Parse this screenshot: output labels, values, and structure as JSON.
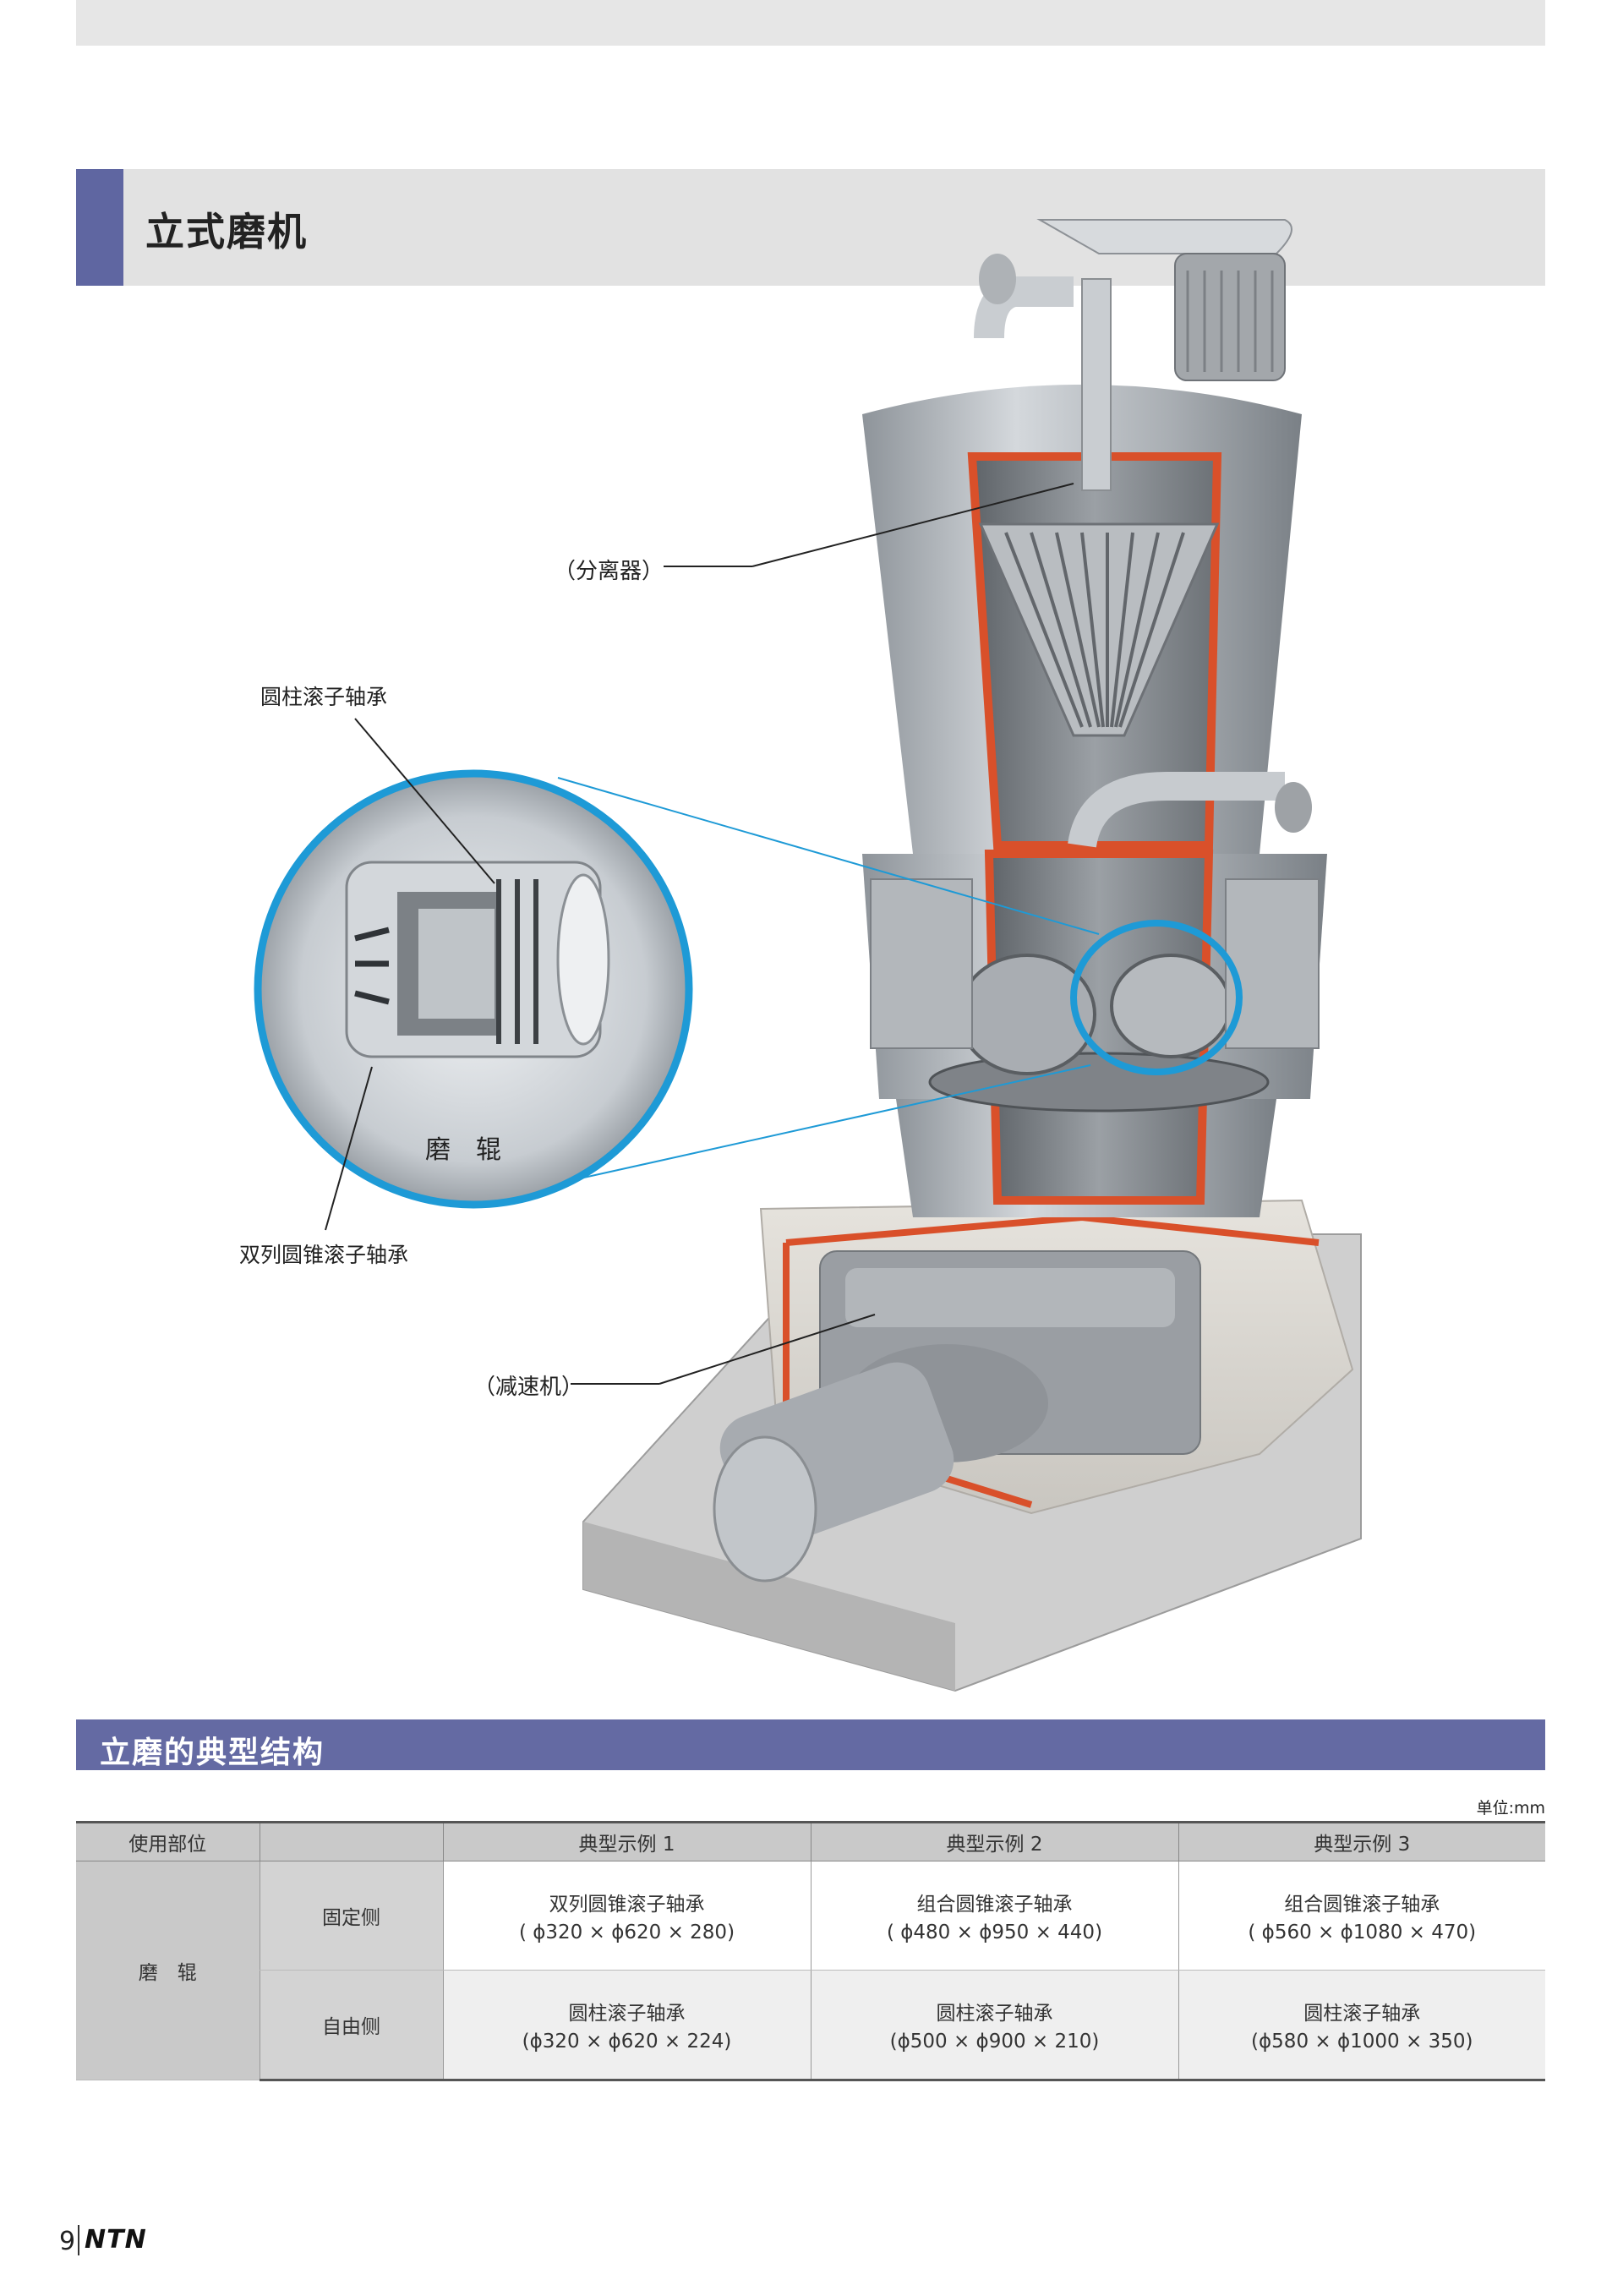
{
  "header": {
    "title": "立式磨机"
  },
  "diagram": {
    "labels": {
      "separator": "（分离器）",
      "cylindrical_bearing": "圆柱滚子轴承",
      "roller": "磨　辊",
      "double_taper_bearing": "双列圆锥滚子轴承",
      "reducer": "（减速机）"
    }
  },
  "section": {
    "title": "立磨的典型结构",
    "unit": "单位:mm"
  },
  "table": {
    "headers": [
      "使用部位",
      "",
      "典型示例 1",
      "典型示例 2",
      "典型示例 3"
    ],
    "position": "磨　辊",
    "rows": [
      {
        "side": "固定侧",
        "cells": [
          {
            "name": "双列圆锥滚子轴承",
            "dim": "( ϕ320 × ϕ620 × 280)"
          },
          {
            "name": "组合圆锥滚子轴承",
            "dim": "( ϕ480 × ϕ950 × 440)"
          },
          {
            "name": "组合圆锥滚子轴承",
            "dim": "( ϕ560 × ϕ1080 × 470)"
          }
        ]
      },
      {
        "side": "自由侧",
        "cells": [
          {
            "name": "圆柱滚子轴承",
            "dim": "(ϕ320 × ϕ620 × 224)"
          },
          {
            "name": "圆柱滚子轴承",
            "dim": "(ϕ500 × ϕ900 × 210)"
          },
          {
            "name": "圆柱滚子轴承",
            "dim": "(ϕ580 × ϕ1000 × 350)"
          }
        ]
      }
    ]
  },
  "footer": {
    "page_number": "9",
    "brand": "NTN"
  },
  "colors": {
    "accent": "#5f66a1",
    "section_band": "#646aa3",
    "cutaway_edge": "#d9502a",
    "highlight_circle": "#1e9ad6"
  }
}
